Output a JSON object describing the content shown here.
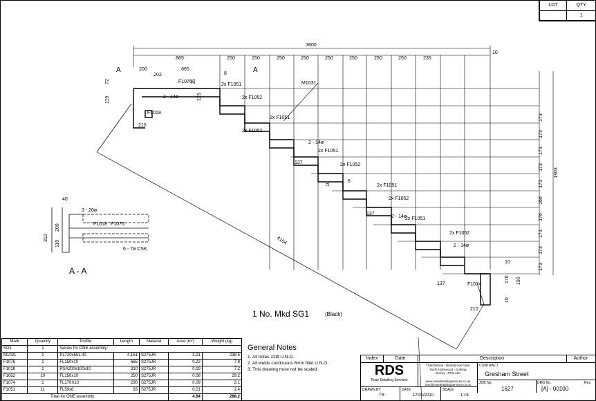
{
  "lot_qty": {
    "lot_label": "LOT",
    "qty_label": "QTY",
    "qty_value": "1"
  },
  "drawing": {
    "title_main": "1 No. Mkd SG1",
    "title_sub": "(Black)",
    "section_label": "A - A",
    "section_marker": "A",
    "overall_width": "3600",
    "overall_height": "1903",
    "diagonal": "4164",
    "top_dims": [
      "865",
      "250",
      "250",
      "250",
      "250",
      "250",
      "250",
      "250",
      "250",
      "235",
      "10"
    ],
    "dim_665": "665",
    "dim_200": "200",
    "dim_202": "202",
    "dim_8": "8",
    "right_dims": [
      "173",
      "173",
      "173",
      "173",
      "173",
      "166",
      "176",
      "173",
      "173",
      "173"
    ],
    "right_bottom": [
      "10",
      "170",
      "190",
      "10"
    ],
    "bottom_210": "210",
    "labels": {
      "m1031": "M1031",
      "f1076": "F1076",
      "f1018": "F1018",
      "f1074": "F1074",
      "f1051x2": "2x F1051",
      "f1052x2": "2x F1052",
      "holes": "2 - 14ø",
      "d35": "35",
      "d125": "125",
      "d137": "137",
      "d10": "10",
      "d72": "72",
      "d119": "119",
      "d6": "6"
    },
    "section": {
      "d40": "40",
      "d310": "310",
      "d200": "200",
      "d110": "110",
      "holes3": "3 - 20ø",
      "f1018": "F1018",
      "f1076": "F1076",
      "csk": "6 - 7ø CSK"
    }
  },
  "bom": {
    "headers": [
      "Mark",
      "Quantity",
      "Profile",
      "Length",
      "Material",
      "Area (m²)",
      "Weight (kg)"
    ],
    "assembly": {
      "mark": "SG1",
      "qty": "1",
      "text": "Values for ONE assembly:"
    },
    "rows": [
      {
        "mark": "M1031",
        "qty": "1",
        "profile": "PLT20x551.42",
        "length": "4,151",
        "material": "S275JR",
        "area": "3.21",
        "weight": "238.5"
      },
      {
        "mark": "F1076",
        "qty": "1",
        "profile": "FL150x10",
        "length": "665",
        "material": "S275JR",
        "area": "0.22",
        "weight": "7.8"
      },
      {
        "mark": "F1018",
        "qty": "1",
        "profile": "RSA200x100x10",
        "length": "310",
        "material": "S275JR",
        "area": "0.19",
        "weight": "7.2"
      },
      {
        "mark": "F1052",
        "qty": "10",
        "profile": "FL150x10",
        "length": "250",
        "material": "S275JR",
        "area": "0.08",
        "weight": "29.2"
      },
      {
        "mark": "F1074",
        "qty": "1",
        "profile": "FL170X10",
        "length": "230",
        "material": "S275JR",
        "area": "0.09",
        "weight": "3.1"
      },
      {
        "mark": "F1051",
        "qty": "11",
        "profile": "FL50x6",
        "length": "93",
        "material": "S275JR",
        "area": "0.01",
        "weight": "2.4"
      }
    ],
    "total": {
      "text": "Total for ONE assembly:",
      "area": "4.64",
      "weight": "288.2"
    }
  },
  "notes": {
    "title": "General Notes",
    "items": [
      "1.  All holes 22Ø U.N.O.",
      "2.  All welds continuous 6mm fillet U.N.O.",
      "3.  This drawing must not be scaled."
    ]
  },
  "title_block": {
    "index": "Index",
    "date": "Date",
    "description": "Description",
    "author": "Author",
    "company": "RDS",
    "company_sub": "Rose Detailing Services",
    "address": [
      "Thatchstone - Bentsbrook Farm",
      "North Holmwood - Dorking",
      "Surrey - RH5 4JH"
    ],
    "web": "www.rosedetailingservices.co.uk",
    "email": "tom@rosedetailingservices.co.uk",
    "contract_label": "CONTRACT",
    "contract": "Gresham Street",
    "job_label": "JOB  No.",
    "job": "1627",
    "drg_label": "DRG  No.",
    "drg": "[A] - 00100",
    "rev_label": "Rev.",
    "drawn_label": "DRAWN  BY",
    "drawn": "TR",
    "date_label": "DATE",
    "date_value": "17/02/2010",
    "scale_label": "SCALE",
    "scale": "1:15"
  }
}
